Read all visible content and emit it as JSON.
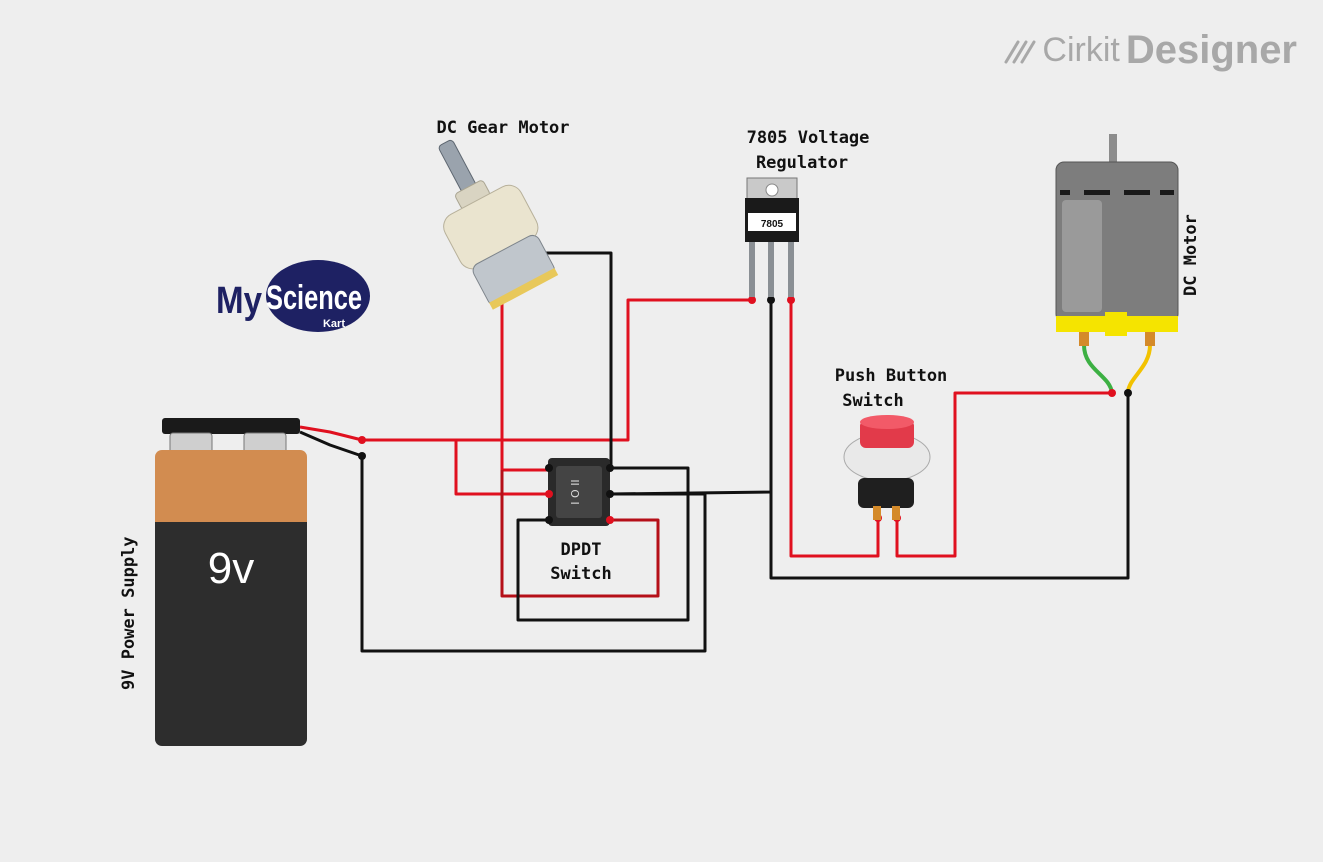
{
  "brand": {
    "name_light": "Cirkit",
    "name_bold": "Designer",
    "icon": "cirkit-logo-icon"
  },
  "logo": {
    "line1_a": "My",
    "line1_b": "Science",
    "line2": "Kart"
  },
  "labels": {
    "gear_motor": "DC Gear Motor",
    "regulator_l1": "7805 Voltage",
    "regulator_l2": "Regulator",
    "regulator_chip": "7805",
    "pushbutton_l1": "Push Button",
    "pushbutton_l2": "Switch",
    "dc_motor": "DC Motor",
    "dpdt_l1": "DPDT",
    "dpdt_l2": "Switch",
    "battery_text": "9v",
    "battery_label": "9V Power Supply",
    "switch_symbol": "I O II"
  },
  "colors": {
    "wire_red": "#e0101f",
    "wire_darkred": "#b50f18",
    "wire_black": "#111111",
    "wire_green": "#3cb043",
    "wire_yellow": "#f2c200"
  }
}
